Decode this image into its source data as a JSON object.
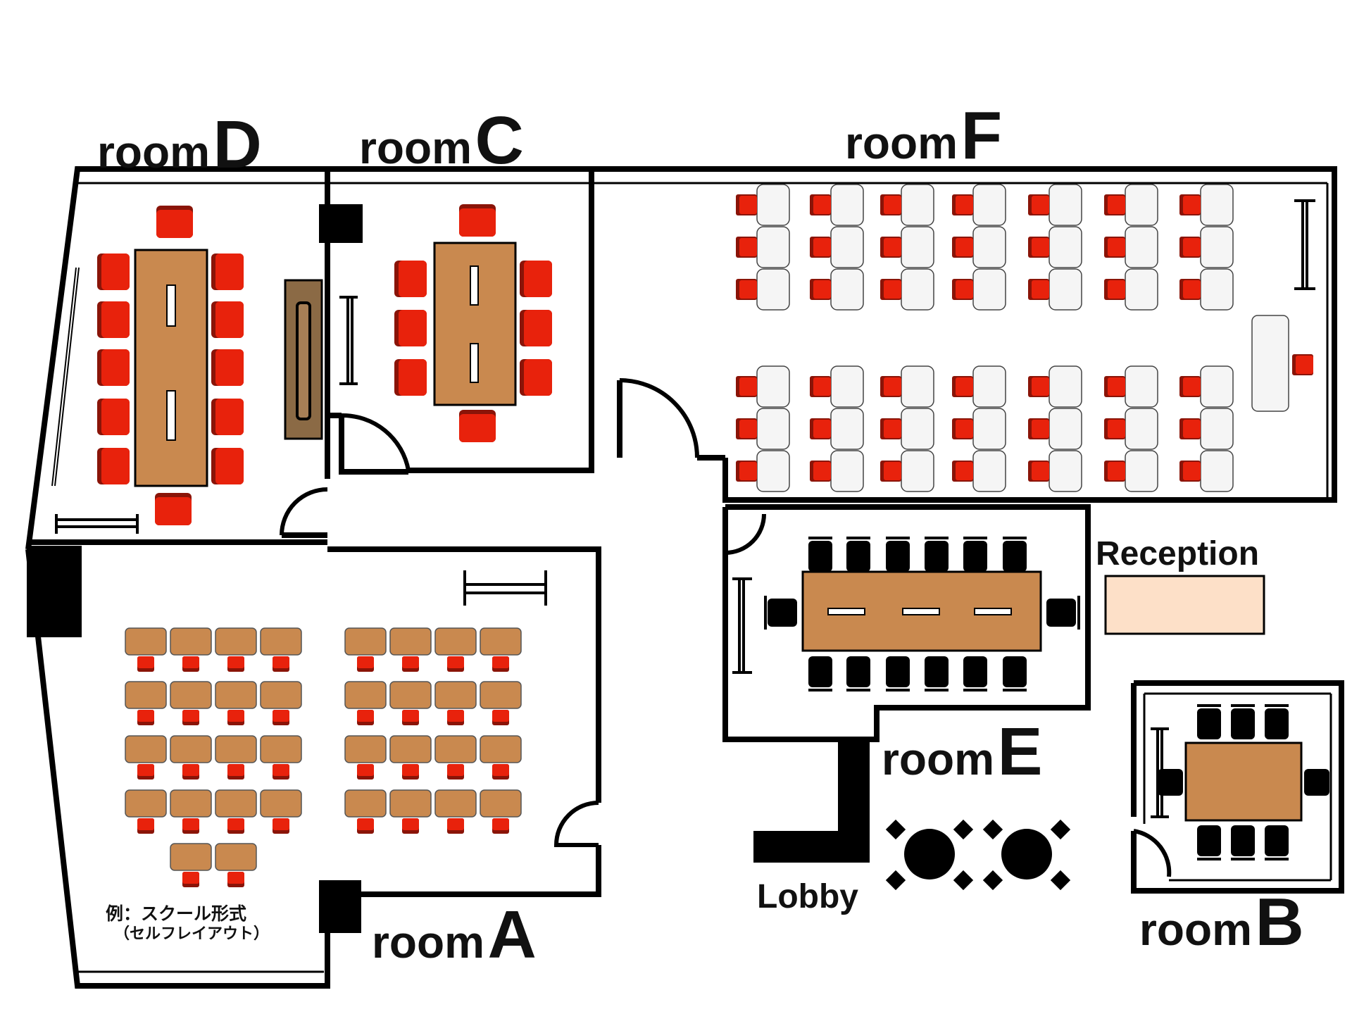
{
  "rooms": {
    "D": {
      "word": "room",
      "letter": "D"
    },
    "C": {
      "word": "room",
      "letter": "C"
    },
    "F": {
      "word": "room",
      "letter": "F"
    },
    "A": {
      "word": "room",
      "letter": "A"
    },
    "E": {
      "word": "room",
      "letter": "E"
    },
    "B": {
      "word": "room",
      "letter": "B"
    }
  },
  "labels": {
    "reception": "Reception",
    "lobby": "Lobby",
    "example_line1": "例：スクール形式",
    "example_line2": "（セルフレイアウト）"
  },
  "colors": {
    "wall": "#000000",
    "table": "#c9894f",
    "chair_red": "#e8220c",
    "chair_dark": "#8a1408",
    "chair_black": "#000000",
    "desk_white": "#f5f5f5",
    "reception_desk": "#fde0c8",
    "cabinet": "#8b6a45"
  }
}
